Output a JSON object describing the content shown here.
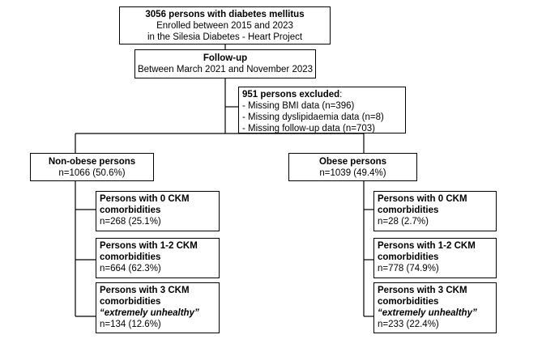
{
  "enrolled": {
    "count_line": "3056 persons with diabetes mellitus",
    "line2": "Enrolled between 2015 and 2023",
    "line3": "in the Silesia Diabetes - Heart Project"
  },
  "followup": {
    "title": "Follow-up",
    "period": "Between March 2021 and November 2023"
  },
  "excluded": {
    "title": "951 persons excluded",
    "title_suffix": ":",
    "items": [
      "- Missing BMI data (n=396)",
      "- Missing dyslipidaemia data (n=8)",
      "- Missing follow-up data (n=703)"
    ]
  },
  "groups": [
    {
      "title": "Non-obese persons",
      "n": "n=1066 (50.6%)",
      "subgroups": [
        {
          "line1": "Persons with 0 CKM",
          "line2": "comorbidities",
          "note": "",
          "n": "n=268 (25.1%)"
        },
        {
          "line1": "Persons with 1-2 CKM",
          "line2": "comorbidities",
          "note": "",
          "n": "n=664 (62.3%)"
        },
        {
          "line1": "Persons with 3 CKM",
          "line2": "comorbidities",
          "note": "“extremely unhealthy”",
          "n": "n=134 (12.6%)"
        }
      ]
    },
    {
      "title": "Obese persons",
      "n": "n=1039 (49.4%)",
      "subgroups": [
        {
          "line1": "Persons with 0 CKM",
          "line2": "comorbidities",
          "note": "",
          "n": "n=28 (2.7%)"
        },
        {
          "line1": "Persons with 1-2 CKM",
          "line2": "comorbidities",
          "note": "",
          "n": "n=778 (74.9%)"
        },
        {
          "line1": "Persons with 3 CKM",
          "line2": "comorbidities",
          "note": "“extremely unhealthy”",
          "n": "n=233 (22.4%)"
        }
      ]
    }
  ]
}
